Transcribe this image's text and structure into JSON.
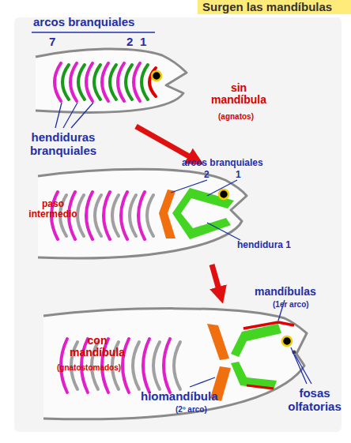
{
  "diagram": {
    "title": "Surgen las mandíbulas",
    "labels": [
      "arcos branquiales",
      "7",
      "2",
      "1",
      "hendiduras branquiales",
      "sin mandíbula",
      "(agnatos)",
      "arcos branquiales",
      "2",
      "1",
      "paso intermedio",
      "hendidura 1",
      "mandíbulas",
      "(1er arco)",
      "con mandíbula",
      "(gnatostomados)",
      "hiomandíbula",
      "(2º arco)",
      "fosas olfatorias"
    ]
  }
}
